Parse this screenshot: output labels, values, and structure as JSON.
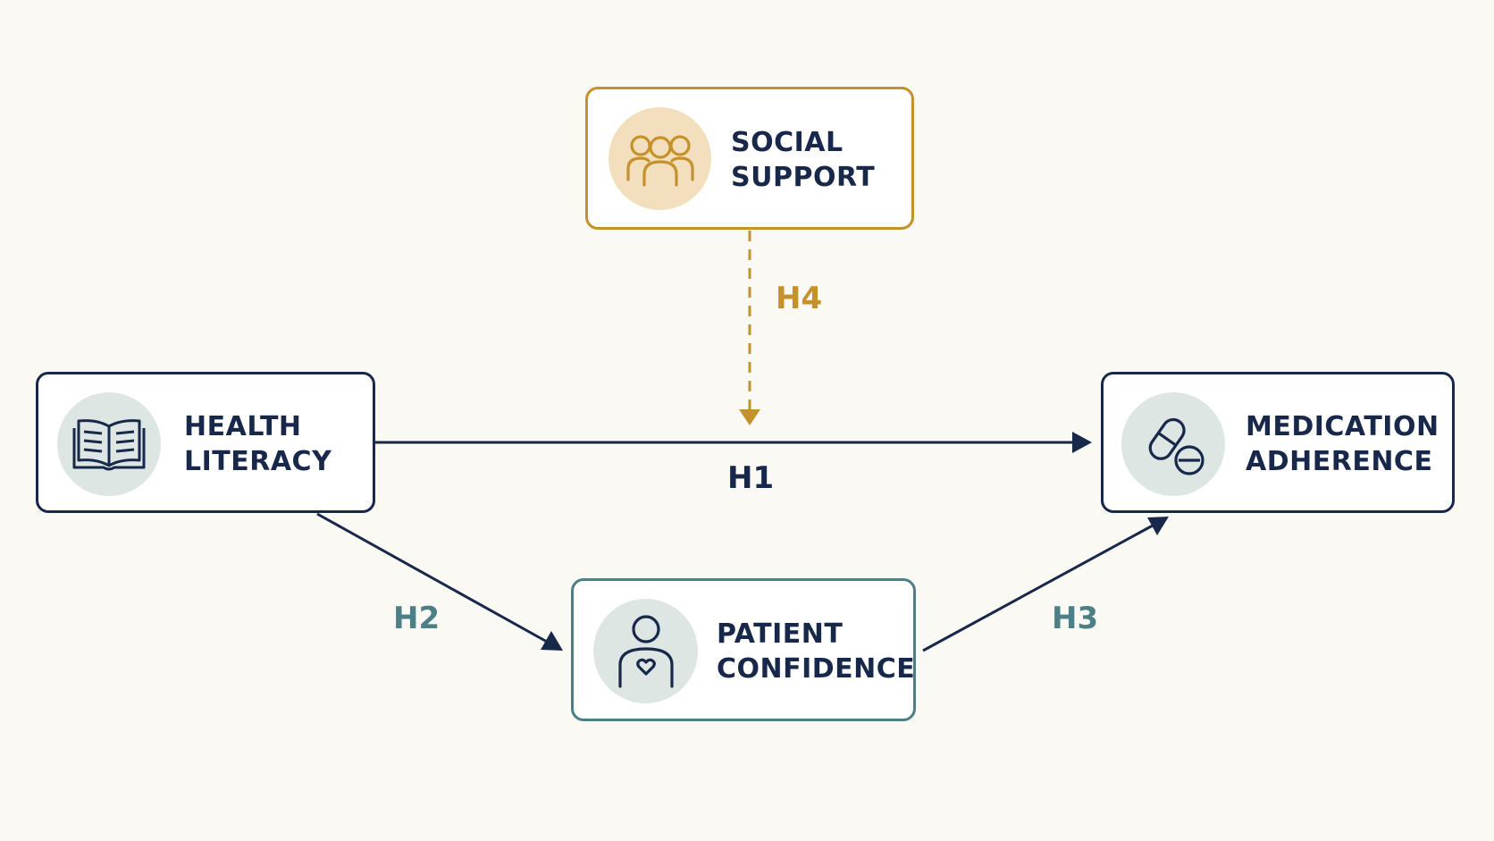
{
  "nodes": {
    "social_support": {
      "line1": "SOCIAL",
      "line2": "SUPPORT",
      "icon": "people-group-icon"
    },
    "health_literacy": {
      "line1": "HEALTH",
      "line2": "LITERACY",
      "icon": "open-book-icon"
    },
    "medication_adherence": {
      "line1": "MEDICATION",
      "line2": "ADHERENCE",
      "icon": "pills-icon"
    },
    "patient_confidence": {
      "line1": "PATIENT",
      "line2": "CONFIDENCE",
      "icon": "person-heart-icon"
    }
  },
  "hypotheses": {
    "h1": "H1",
    "h2": "H2",
    "h3": "H3",
    "h4": "H4"
  },
  "colors": {
    "background": "#fbf9f4",
    "navy": "#17284a",
    "gold": "#c4912a",
    "teal": "#4d7f86",
    "gold_fill": "#f3dfbd",
    "teal_fill": "#dde6e3"
  }
}
